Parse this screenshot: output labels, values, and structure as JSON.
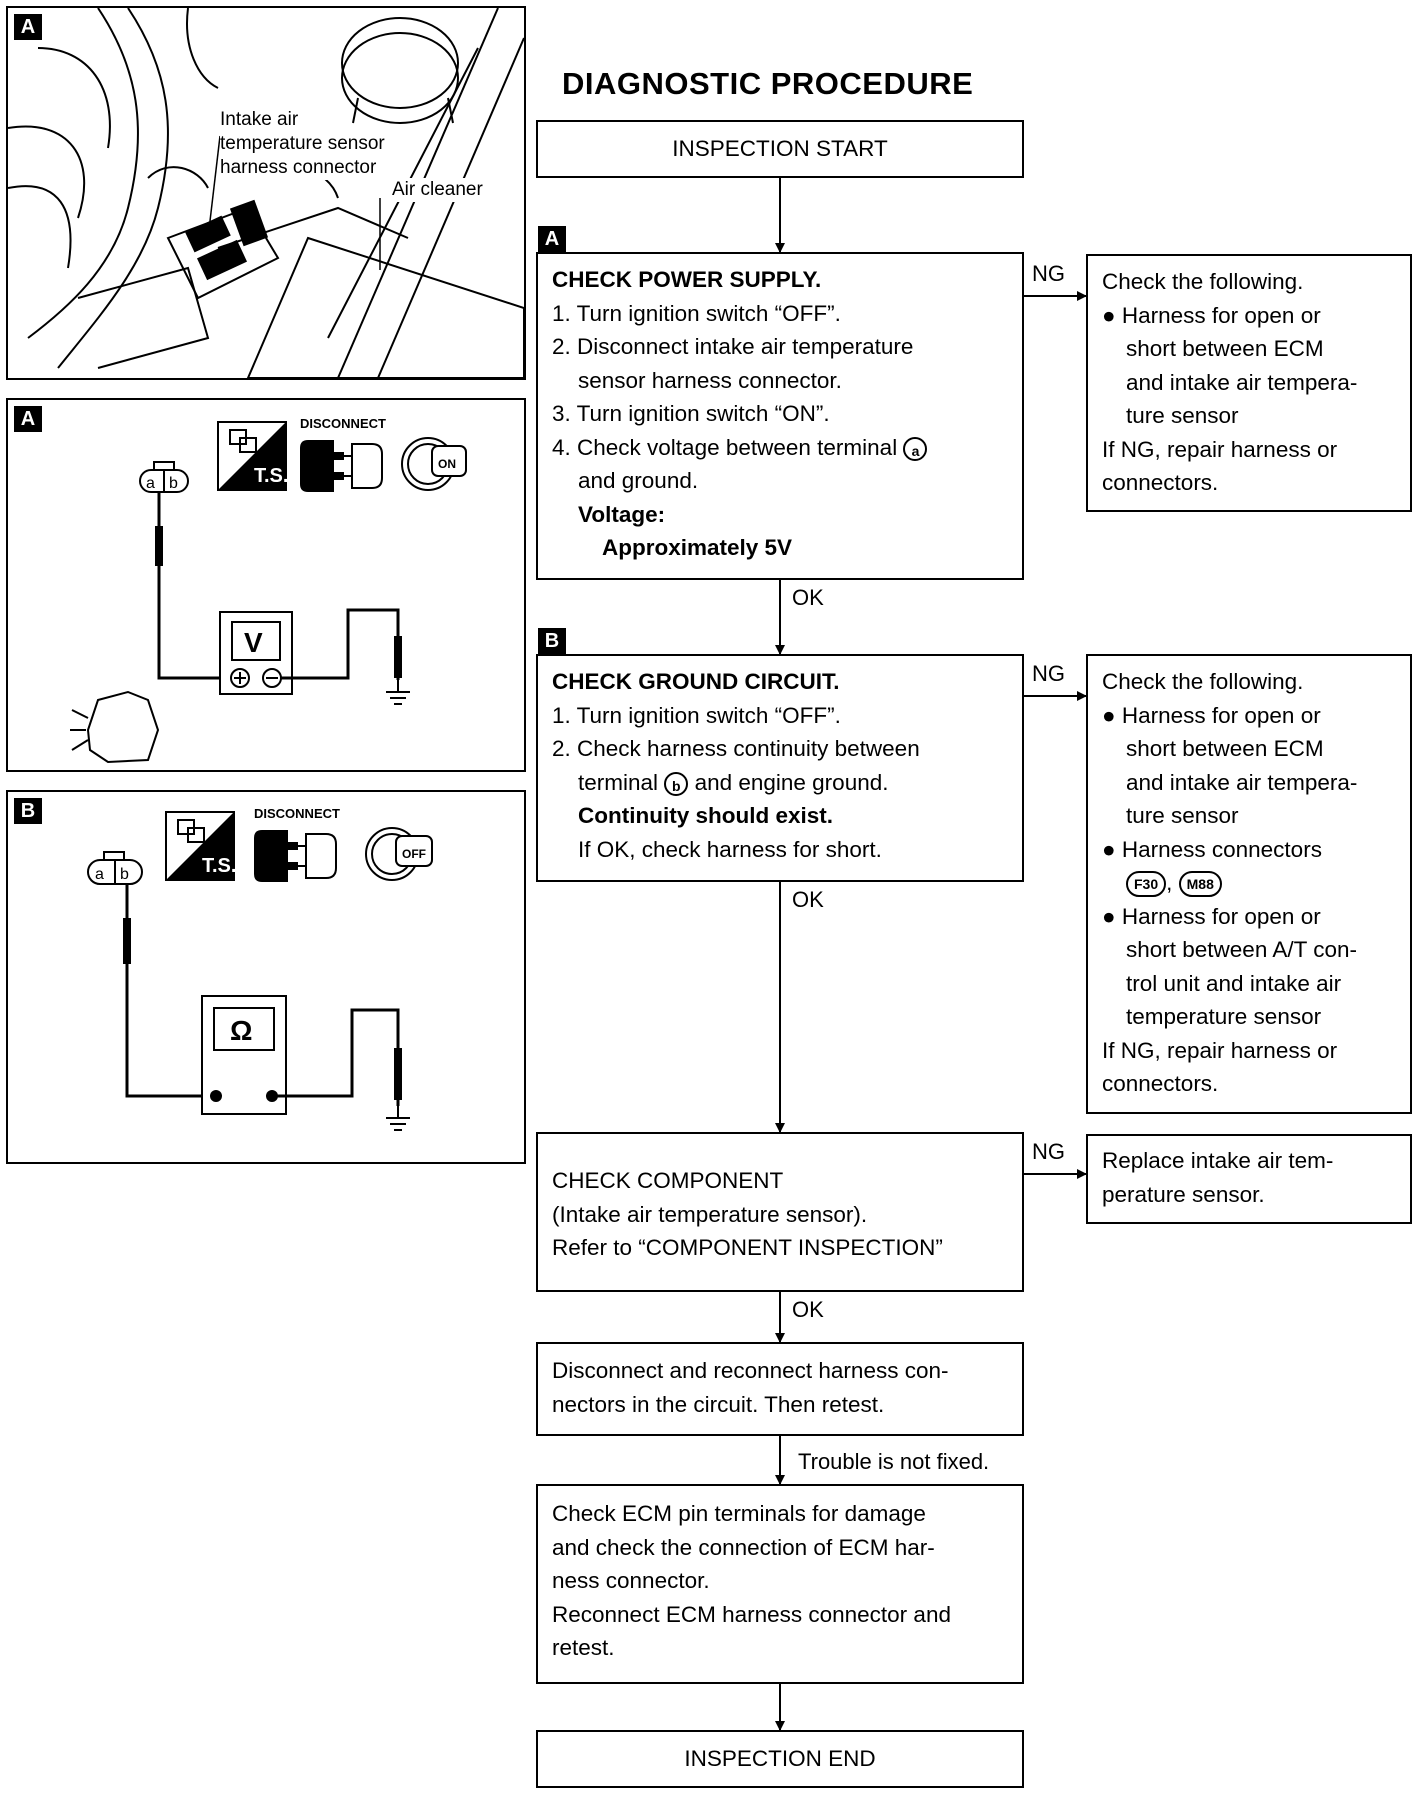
{
  "title": "DIAGNOSTIC PROCEDURE",
  "tags": {
    "a": "A",
    "b": "B"
  },
  "illustration_top": {
    "label_intake_1": "Intake air",
    "label_intake_2": "temperature sensor",
    "label_intake_3": "harness connector",
    "label_air_cleaner": "Air cleaner"
  },
  "illustration_a": {
    "disconnect": "DISCONNECT",
    "ts": "T.S.",
    "switch_state": "ON",
    "meter": "V",
    "terminal_a": "a",
    "terminal_b": "b"
  },
  "illustration_b": {
    "disconnect": "DISCONNECT",
    "ts": "T.S.",
    "switch_state": "OFF",
    "meter": "Ω",
    "terminal_a": "a",
    "terminal_b": "b"
  },
  "flow": {
    "start": "INSPECTION START",
    "step_a": {
      "heading": "CHECK POWER SUPPLY.",
      "line1": "1. Turn ignition switch “OFF”.",
      "line2": "2. Disconnect intake air temperature",
      "line3": "sensor harness connector.",
      "line4": "3. Turn ignition switch “ON”.",
      "line5": "4. Check voltage between terminal",
      "line5_pin": "a",
      "line6": "and ground.",
      "spec_label": "Voltage:",
      "spec_value": "Approximately 5V"
    },
    "ng_a": {
      "line1": "Check the following.",
      "line2": "Harness for open or",
      "line3": "short between ECM",
      "line4": "and intake air tempera-",
      "line5": "ture sensor",
      "line6": "If NG, repair harness or",
      "line7": "connectors."
    },
    "step_b": {
      "heading": "CHECK GROUND CIRCUIT.",
      "line1": "1. Turn ignition switch “OFF”.",
      "line2": "2. Check harness continuity between",
      "line3a": "terminal",
      "line3_pin": "b",
      "line3b": "and engine ground.",
      "spec": "Continuity should exist.",
      "line4": "If OK, check harness for short."
    },
    "ng_b": {
      "line1": "Check the following.",
      "line2": "Harness for open or",
      "line3": "short between ECM",
      "line4": "and intake air tempera-",
      "line5": "ture sensor",
      "line6": "Harness connectors",
      "conn1": "F30",
      "conn2": "M88",
      "line8": "Harness for open or",
      "line9": "short between A/T con-",
      "line10": "trol unit and intake air",
      "line11": "temperature sensor",
      "line12": "If NG, repair harness or",
      "line13": "connectors."
    },
    "step_c": {
      "line1": "CHECK COMPONENT",
      "line2": "(Intake air temperature sensor).",
      "line3": "Refer to “COMPONENT INSPECTION”"
    },
    "ng_c": {
      "line1": "Replace intake air tem-",
      "line2": "perature sensor."
    },
    "step_d": {
      "line1": "Disconnect and reconnect harness con-",
      "line2": "nectors in the circuit. Then retest."
    },
    "step_e": {
      "line1": "Check ECM pin terminals for damage",
      "line2": "and check the connection of ECM har-",
      "line3": "ness connector.",
      "line4": "Reconnect ECM harness connector and",
      "line5": "retest."
    },
    "end": "INSPECTION END",
    "labels": {
      "ng": "NG",
      "ok": "OK",
      "trouble": "Trouble is not fixed."
    }
  }
}
